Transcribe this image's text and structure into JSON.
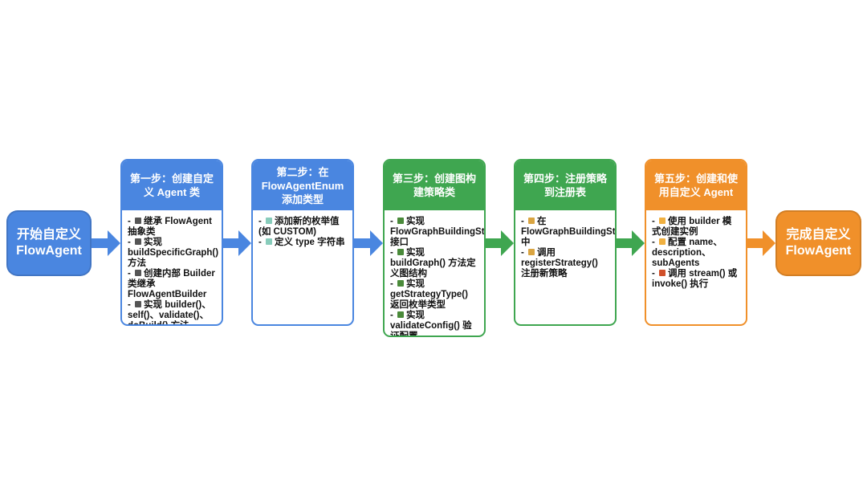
{
  "colors": {
    "blue": "#4a86e0",
    "green": "#3fa650",
    "orange": "#f0902a"
  },
  "start": {
    "label": "开始自定义 FlowAgent"
  },
  "end": {
    "label": "完成自定义 FlowAgent"
  },
  "steps": [
    {
      "title": "第一步：创建自定义 Agent 类",
      "color": "blue",
      "items": [
        {
          "icon": "code-icon",
          "text": "继承 FlowAgent 抽象类"
        },
        {
          "icon": "code-icon",
          "text": "实现 buildSpecificGraph() 方法"
        },
        {
          "icon": "code-icon",
          "text": "创建内部 Builder 类继承 FlowAgentBuilder"
        },
        {
          "icon": "code-icon",
          "text": "实现 builder()、self()、validate()、doBuild() 方法"
        }
      ]
    },
    {
      "title": "第二步：在 FlowAgentEnum 添加类型",
      "color": "blue",
      "items": [
        {
          "icon": "file-icon",
          "text": "添加新的枚举值 (如 CUSTOM)"
        },
        {
          "icon": "file-icon",
          "text": "定义 type 字符串"
        }
      ]
    },
    {
      "title": "第三步：创建图构建策略类",
      "color": "green",
      "items": [
        {
          "icon": "tree-icon",
          "text": "实现 FlowGraphBuildingStrategy 接口"
        },
        {
          "icon": "tree-icon",
          "text": "实现 buildGraph() 方法定义图结构"
        },
        {
          "icon": "tree-icon",
          "text": "实现 getStrategyType() 返回枚举类型"
        },
        {
          "icon": "tree-icon",
          "text": "实现 validateConfig() 验证配置"
        }
      ]
    },
    {
      "title": "第四步：注册策略到注册表",
      "color": "green",
      "items": [
        {
          "icon": "box-icon",
          "text": "在 FlowGraphBuildingStrategyRegistry 中"
        },
        {
          "icon": "box-icon",
          "text": "调用 registerStrategy() 注册新策略"
        }
      ]
    },
    {
      "title": "第五步：创建和使用自定义 Agent",
      "color": "orange",
      "items": [
        {
          "icon": "hand-icon",
          "text": "使用 builder 模式创建实例"
        },
        {
          "icon": "hand-icon",
          "text": "配置 name、description、subAgents"
        },
        {
          "icon": "rocket-icon",
          "text": "调用 stream() 或 invoke() 执行"
        }
      ]
    }
  ]
}
